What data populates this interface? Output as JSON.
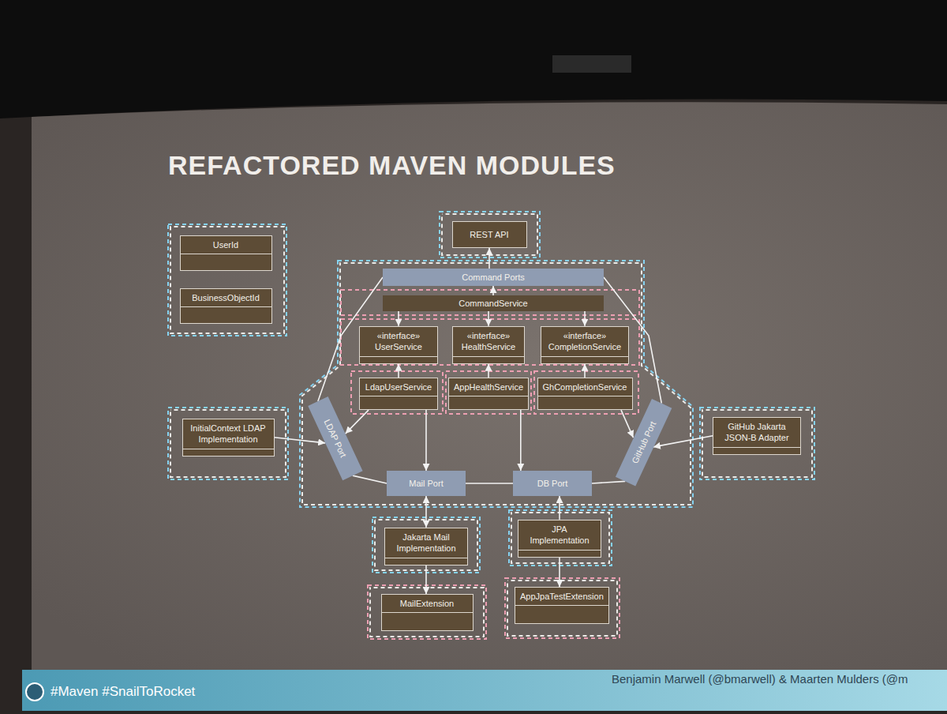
{
  "diagram": {
    "title": "REFACTORED MAVEN MODULES",
    "nodes": [
      {
        "text": [
          "UserId"
        ]
      },
      {
        "text": [
          "BusinessObjectId"
        ]
      },
      {
        "text": [
          "REST API"
        ]
      },
      {
        "text": [
          "Command Ports"
        ]
      },
      {
        "text": [
          "CommandService"
        ]
      },
      {
        "text": [
          "«interface»",
          "UserService"
        ]
      },
      {
        "text": [
          "«interface»",
          "HealthService"
        ]
      },
      {
        "text": [
          "«interface»",
          "CompletionService"
        ]
      },
      {
        "text": [
          "LdapUserService"
        ]
      },
      {
        "text": [
          "AppHealthService"
        ]
      },
      {
        "text": [
          "GhCompletionService"
        ]
      },
      {
        "text": [
          "LDAP Port"
        ]
      },
      {
        "text": [
          "GitHub Port"
        ]
      },
      {
        "text": [
          "Mail Port"
        ]
      },
      {
        "text": [
          "DB Port"
        ]
      },
      {
        "text": [
          "InitialContext LDAP Implementation"
        ]
      },
      {
        "text": [
          "GitHub Jakarta JSON-B Adapter"
        ]
      },
      {
        "text": [
          "Jakarta Mail Implementation"
        ]
      },
      {
        "text": [
          "JPA Implementation"
        ]
      },
      {
        "text": [
          "MailExtension"
        ]
      },
      {
        "text": [
          "AppJpaTestExtension"
        ]
      }
    ],
    "edges": [
      {
        "from": 3,
        "to": 2,
        "arrow": "to"
      },
      {
        "from": 4,
        "to": 3,
        "arrow": "to"
      },
      {
        "from": 4,
        "to": 5,
        "arrow": "to"
      },
      {
        "from": 4,
        "to": 6,
        "arrow": "to"
      },
      {
        "from": 4,
        "to": 7,
        "arrow": "to"
      },
      {
        "from": 8,
        "to": 5,
        "arrow": "to"
      },
      {
        "from": 9,
        "to": 6,
        "arrow": "to"
      },
      {
        "from": 10,
        "to": 7,
        "arrow": "to"
      },
      {
        "from": 8,
        "to": 11,
        "arrow": "to"
      },
      {
        "from": 8,
        "to": 13,
        "arrow": "to"
      },
      {
        "from": 9,
        "to": 14,
        "arrow": "to"
      },
      {
        "from": 10,
        "to": 12,
        "arrow": "to"
      },
      {
        "from": 15,
        "to": 11,
        "arrow": "to"
      },
      {
        "from": 16,
        "to": 12,
        "arrow": "to"
      },
      {
        "from": 17,
        "to": 13,
        "arrow": "both"
      },
      {
        "from": 18,
        "to": 14,
        "arrow": "to"
      },
      {
        "from": 17,
        "to": 19,
        "arrow": "to"
      },
      {
        "from": 18,
        "to": 20,
        "arrow": "to"
      },
      {
        "from": 3,
        "to": 11,
        "arrow": "none"
      },
      {
        "from": 11,
        "to": 13,
        "arrow": "none"
      },
      {
        "from": 13,
        "to": 14,
        "arrow": "none"
      },
      {
        "from": 14,
        "to": 12,
        "arrow": "none"
      },
      {
        "from": 12,
        "to": 3,
        "arrow": "none"
      }
    ],
    "labels": [
      "#Maven #SnailToRocket",
      "Benjamin Marwell (@bmarwell) & Maarten Mulders (@m"
    ]
  }
}
